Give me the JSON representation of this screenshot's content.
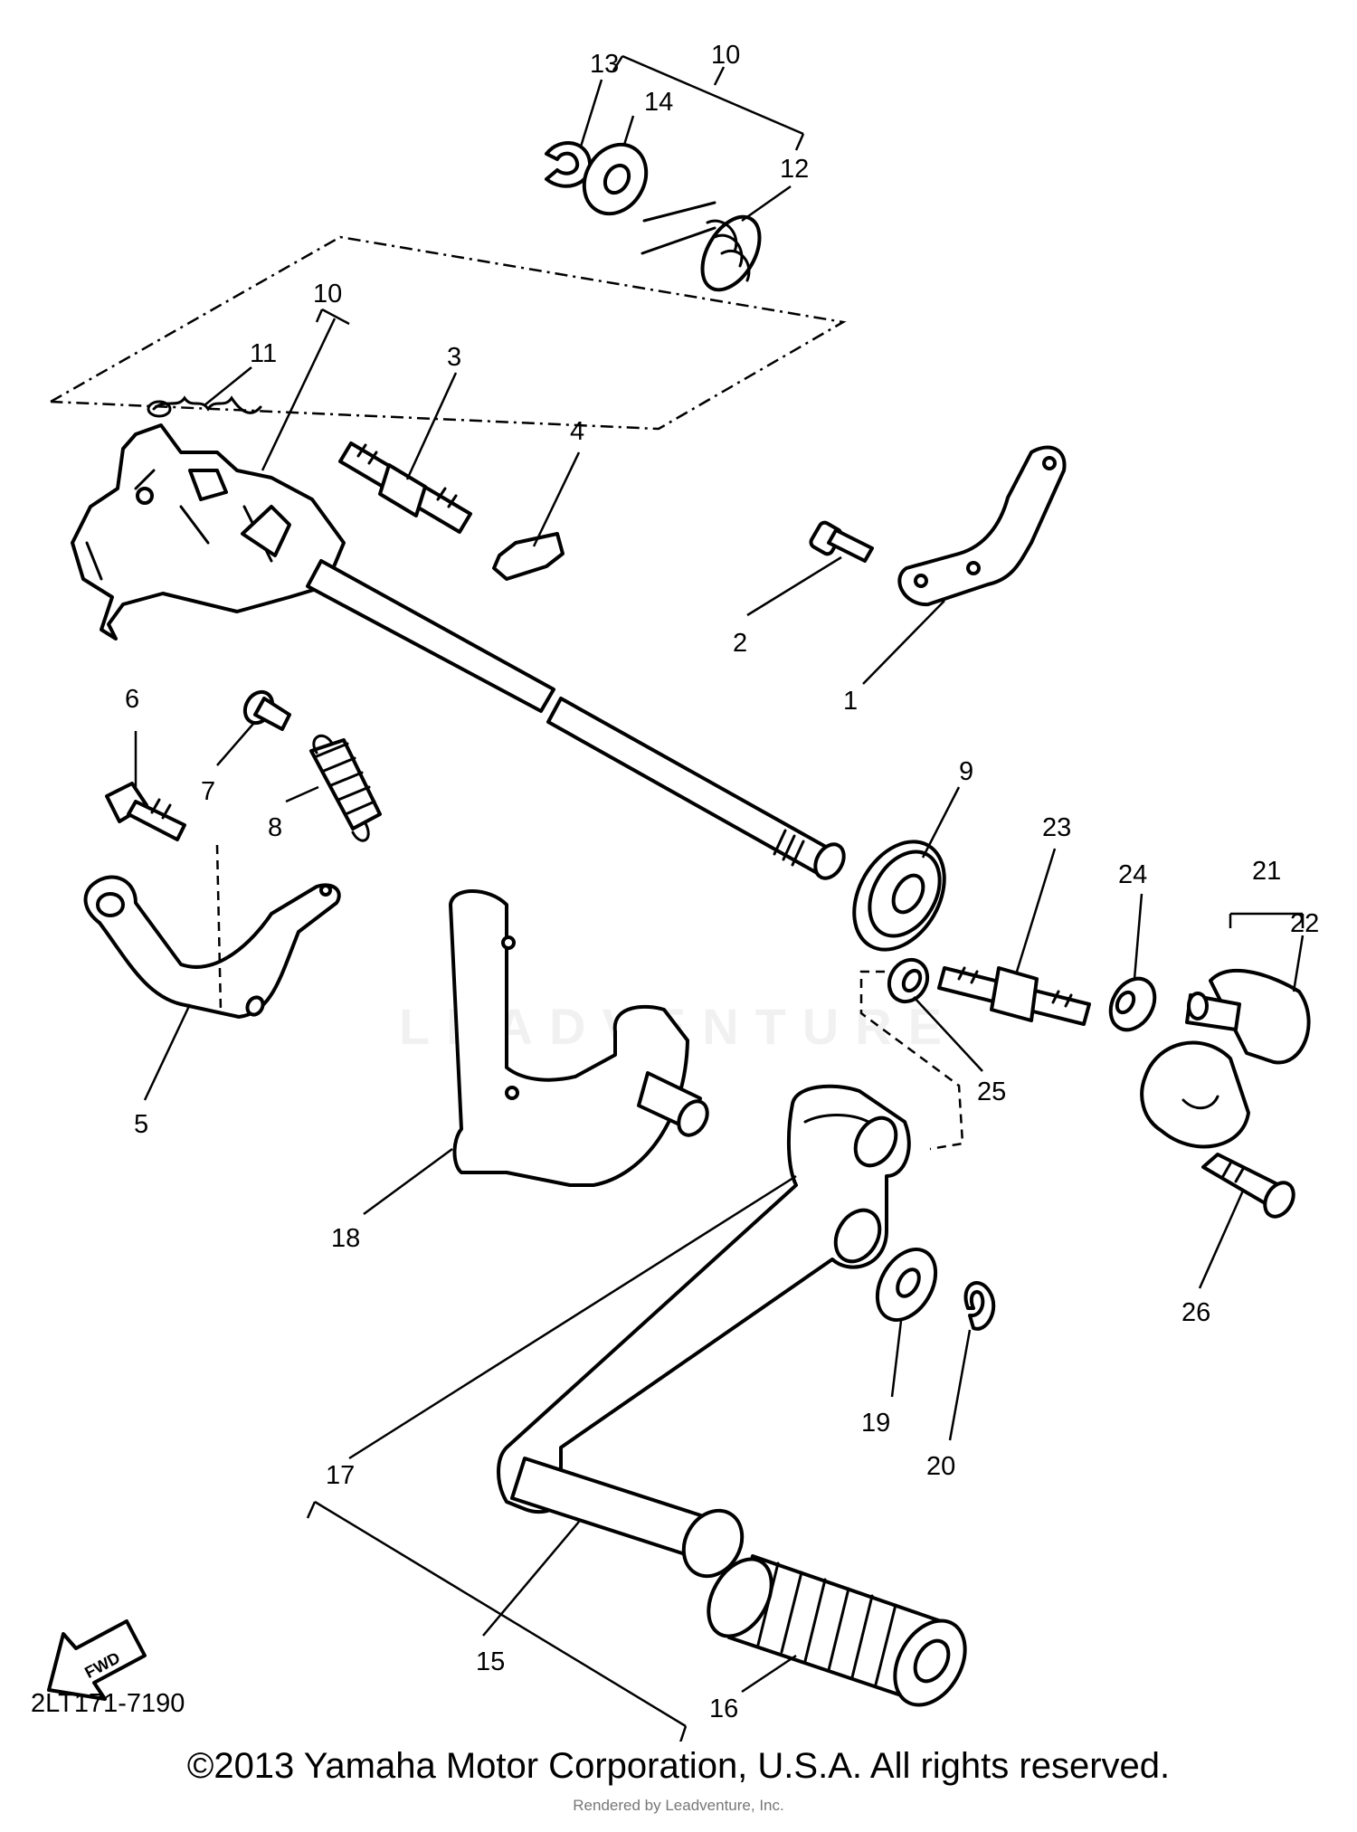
{
  "diagram": {
    "part_numbers": [
      "1",
      "2",
      "3",
      "4",
      "5",
      "6",
      "7",
      "8",
      "9",
      "10",
      "10",
      "11",
      "12",
      "13",
      "14",
      "15",
      "16",
      "17",
      "18",
      "19",
      "20",
      "21",
      "22",
      "23",
      "24",
      "25",
      "26"
    ],
    "drawing_code": "2LT171-7190",
    "front_arrow_text": "FWD"
  },
  "footer": {
    "copyright": "©2013 Yamaha Motor Corporation, U.S.A. All rights reserved.",
    "rendered_by": "Rendered by Leadventure, Inc."
  },
  "watermark": "LEADVENTURE",
  "colors": {
    "ink": "#000000",
    "paper": "#ffffff"
  }
}
